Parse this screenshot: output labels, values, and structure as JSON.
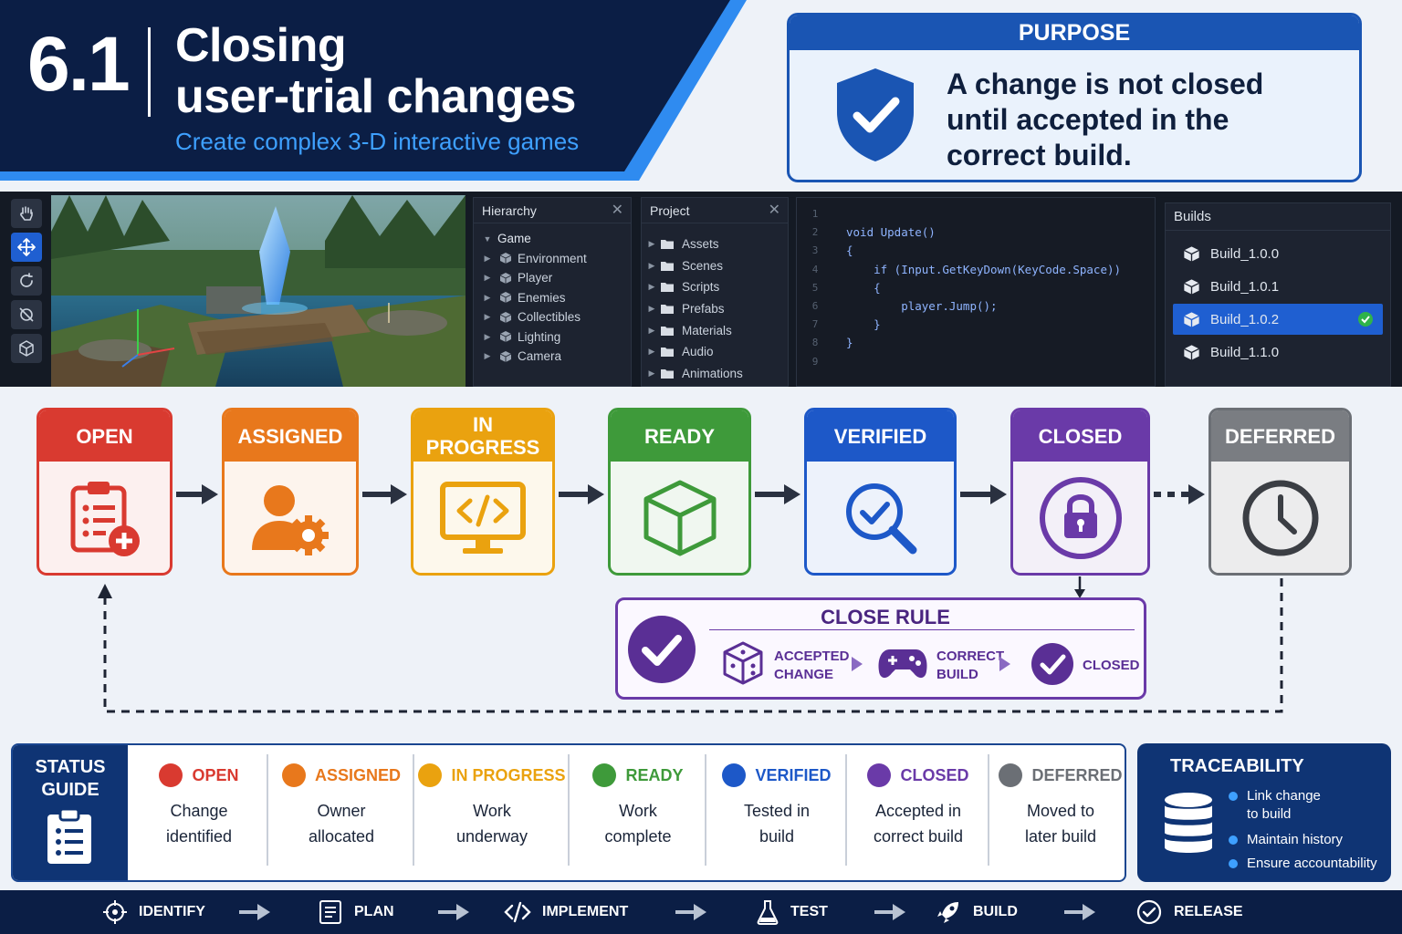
{
  "header": {
    "section_number": "6.1",
    "title_line1": "Closing",
    "title_line2": "user-trial changes",
    "subtitle": "Create complex 3-D interactive games"
  },
  "purpose": {
    "heading": "PURPOSE",
    "text": "A change is not closed until accepted in the correct build."
  },
  "editor": {
    "hierarchy": {
      "title": "Hierarchy",
      "root": "Game",
      "items": [
        "Environment",
        "Player",
        "Enemies",
        "Collectibles",
        "Lighting",
        "Camera"
      ]
    },
    "project": {
      "title": "Project",
      "items": [
        "Assets",
        "Scenes",
        "Scripts",
        "Prefabs",
        "Materials",
        "Audio",
        "Animations"
      ]
    },
    "code": {
      "line_numbers": [
        "1",
        "2",
        "3",
        "4",
        "5",
        "6",
        "7",
        "8",
        "9"
      ],
      "lines": [
        "",
        "void Update()",
        "{",
        "    if (Input.GetKeyDown(KeyCode.Space))",
        "    {",
        "        player.Jump();",
        "    }",
        "}",
        ""
      ]
    },
    "builds": {
      "title": "Builds",
      "items": [
        "Build_1.0.0",
        "Build_1.0.1",
        "Build_1.0.2",
        "Build_1.1.0"
      ],
      "selected": "Build_1.0.2"
    }
  },
  "workflow": {
    "stages": [
      {
        "label": "OPEN",
        "color": "#d93a30",
        "icon": "clipboard-add-icon"
      },
      {
        "label": "ASSIGNED",
        "color": "#e8781c",
        "icon": "user-gear-icon"
      },
      {
        "label": "IN\nPROGRESS",
        "color": "#eaa20f",
        "icon": "code-monitor-icon"
      },
      {
        "label": "READY",
        "color": "#3e9a3a",
        "icon": "cube-icon"
      },
      {
        "label": "VERIFIED",
        "color": "#1d58c8",
        "icon": "search-check-icon"
      },
      {
        "label": "CLOSED",
        "color": "#6a3aa8",
        "icon": "lock-icon"
      },
      {
        "label": "DEFERRED",
        "color": "#6b6f75",
        "icon": "clock-icon"
      }
    ],
    "close_rule": {
      "title": "CLOSE RULE",
      "step1": "ACCEPTED\nCHANGE",
      "step2": "CORRECT\nBUILD",
      "step3": "CLOSED"
    }
  },
  "status_guide": {
    "label": "STATUS\nGUIDE",
    "items": [
      {
        "name": "OPEN",
        "desc": "Change\nidentified",
        "color": "#d93a30"
      },
      {
        "name": "ASSIGNED",
        "desc": "Owner\nallocated",
        "color": "#e8781c"
      },
      {
        "name": "IN PROGRESS",
        "desc": "Work\nunderway",
        "color": "#eaa20f"
      },
      {
        "name": "READY",
        "desc": "Work\ncomplete",
        "color": "#3e9a3a"
      },
      {
        "name": "VERIFIED",
        "desc": "Tested in\nbuild",
        "color": "#1d58c8"
      },
      {
        "name": "CLOSED",
        "desc": "Accepted in\ncorrect build",
        "color": "#6a3aa8"
      },
      {
        "name": "DEFERRED",
        "desc": "Moved to\nlater build",
        "color": "#6b6f75"
      }
    ]
  },
  "traceability": {
    "title": "TRACEABILITY",
    "items": [
      "Link change\nto build",
      "Maintain history",
      "Ensure accountability"
    ]
  },
  "footer": {
    "steps": [
      "IDENTIFY",
      "PLAN",
      "IMPLEMENT",
      "TEST",
      "BUILD",
      "RELEASE"
    ]
  }
}
